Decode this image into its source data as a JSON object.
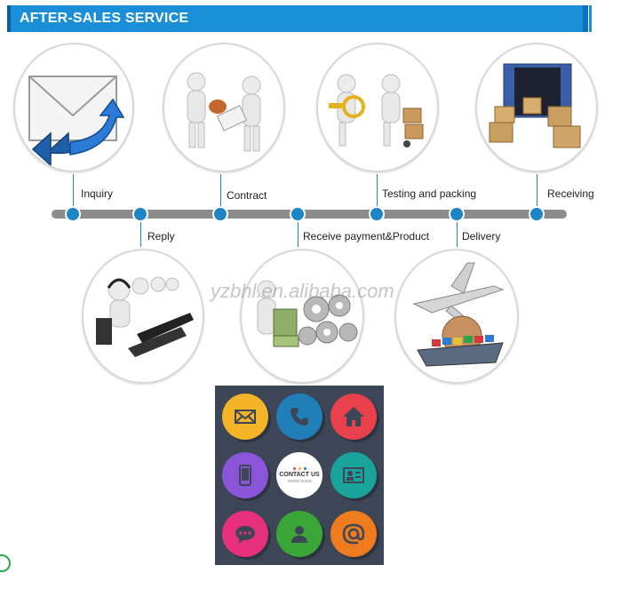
{
  "header": {
    "title": "AFTER-SALES SERVICE"
  },
  "timeline": {
    "steps_top": [
      {
        "label": "Inquiry"
      },
      {
        "label": "Contract"
      },
      {
        "label": "Testing and packing"
      },
      {
        "label": "Receiving"
      }
    ],
    "steps_bottom": [
      {
        "label": "Reply"
      },
      {
        "label": "Receive payment&Product"
      },
      {
        "label": "Delivery"
      }
    ]
  },
  "images": {
    "top": [
      "envelope-reply-icon",
      "handshake-contract-illustration",
      "inspection-packing-illustration",
      "shipping-container-boxes-illustration"
    ],
    "bottom": [
      "customer-service-headset-illustration",
      "payment-money-gears-illustration",
      "air-sea-freight-illustration"
    ]
  },
  "watermark": "yzbhl.en.alibaba.com",
  "contact": {
    "center_title": "CONTACT US",
    "center_subtitle": "vector icons",
    "buttons": [
      {
        "icon": "mail-icon",
        "color": "#f3b527"
      },
      {
        "icon": "phone-icon",
        "color": "#1f7fb6"
      },
      {
        "icon": "home-icon",
        "color": "#e8414b"
      },
      {
        "icon": "mobile-icon",
        "color": "#8b55d9"
      },
      {
        "icon": "id-card-icon",
        "color": "#1aa39a"
      },
      {
        "icon": "chat-icon",
        "color": "#e6307c"
      },
      {
        "icon": "user-icon",
        "color": "#3aa637"
      },
      {
        "icon": "at-sign-icon",
        "color": "#ef7b1f"
      }
    ]
  }
}
